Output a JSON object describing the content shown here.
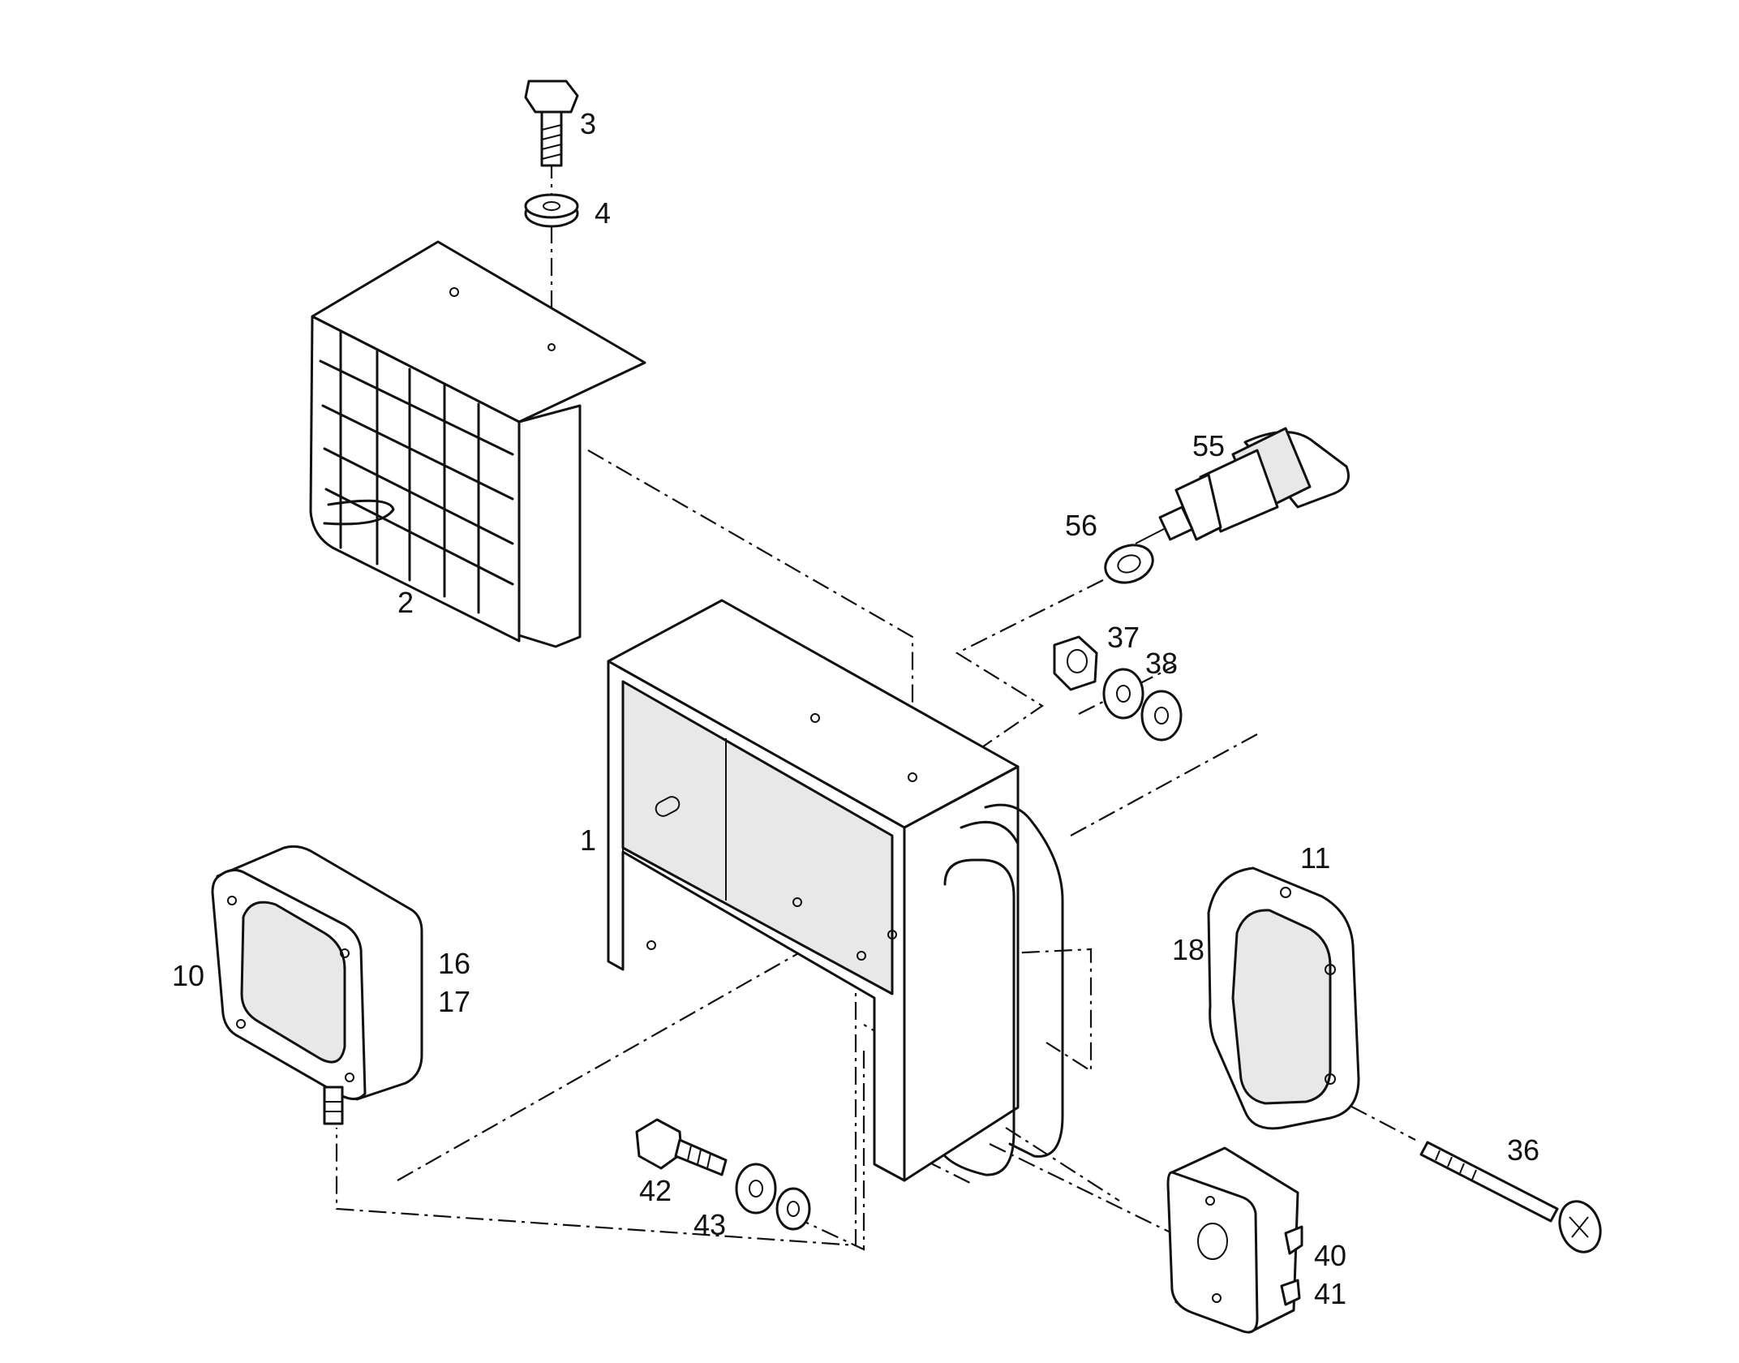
{
  "callouts": {
    "frame": "1",
    "guard": "2",
    "bolt_top": "3",
    "washer_top": "4",
    "worklight": "10",
    "light_11": "11",
    "part_16": "16",
    "part_17": "17",
    "part_18": "18",
    "screw_36": "36",
    "nut_37": "37",
    "washer_38": "38",
    "part_40": "40",
    "part_41": "41",
    "bolt_42": "42",
    "washer_43": "43",
    "socket_55": "55",
    "clip_56": "56"
  }
}
